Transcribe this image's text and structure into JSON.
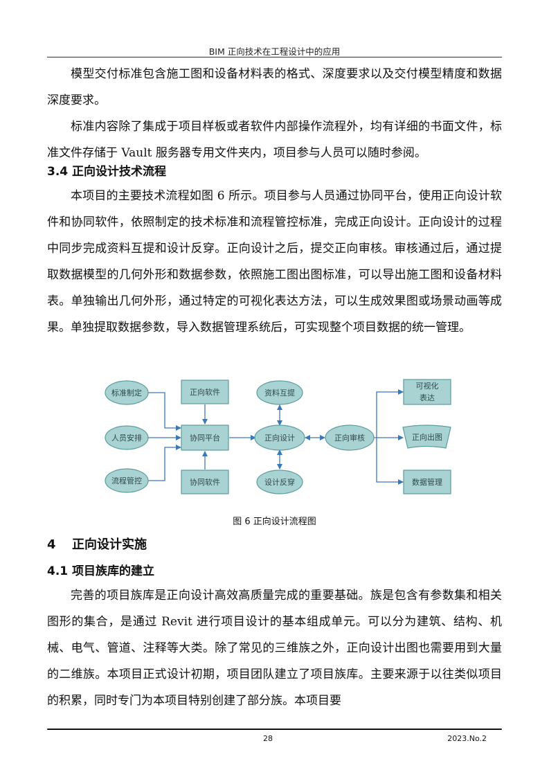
{
  "header": {
    "title": "BIM 正向技术在工程设计中的应用"
  },
  "paragraphs": {
    "p1": "模型交付标准包含施工图和设备材料表的格式、深度要求以及交付模型精度和数据深度要求。",
    "p2": "标准内容除了集成于项目样板或者软件内部操作流程外，均有详细的书面文件，标准文件存储于 Vault 服务器专用文件夹内，项目参与人员可以随时参阅。",
    "p3": "本项目的主要技术流程如图 6 所示。项目参与人员通过协同平台，使用正向设计软件和协同软件，依照制定的技术标准和流程管控标准，完成正向设计。正向设计的过程中同步完成资料互提和设计反穿。正向设计之后，提交正向审核。审核通过后，通过提取数据模型的几何外形和数据参数，依照施工图出图标准，可以导出施工图和设备材料表。单独输出几何外形，通过特定的可视化表达方法，可以生成效果图或场景动画等成果。单独提取数据参数，导入数据管理系统后，可实现整个项目数据的统一管理。",
    "p4": "完善的项目族库是正向设计高效高质量完成的重要基础。族是包含有参数集和相关图形的集合，是通过 Revit 进行项目设计的基本组成单元。可以分为建筑、结构、机械、电气、管道、注释等大类。除了常见的三维族之外，正向设计出图也需要用到大量的二维族。本项目正式设计初期，项目团队建立了项目族库。主要来源于以往类似项目的积累，同时专门为本项目特别创建了部分族。本项目要"
  },
  "headings": {
    "s34": "3.4  正向设计技术流程",
    "s4_num": "4",
    "s4_text": "正向设计实施",
    "s41": "4.1  项目族库的建立"
  },
  "diagram": {
    "nodes": {
      "standard": "标准制定",
      "staff": "人员安排",
      "process": "流程管控",
      "software": "正向软件",
      "platform": "协同平台",
      "collab": "协同软件",
      "exchange": "资料互提",
      "design": "正向设计",
      "feedback": "设计反穿",
      "review": "正向审核",
      "visual_l1": "可视化",
      "visual_l2": "表达",
      "drawing": "正向出图",
      "data": "数据管理"
    },
    "colors": {
      "fill": "#a9d3d3",
      "stroke": "#5a9c9c",
      "arrow": "#3b78b8"
    }
  },
  "caption": "图 6 正向设计流程图",
  "footer": {
    "page": "28",
    "issue": "2023.No.2"
  }
}
